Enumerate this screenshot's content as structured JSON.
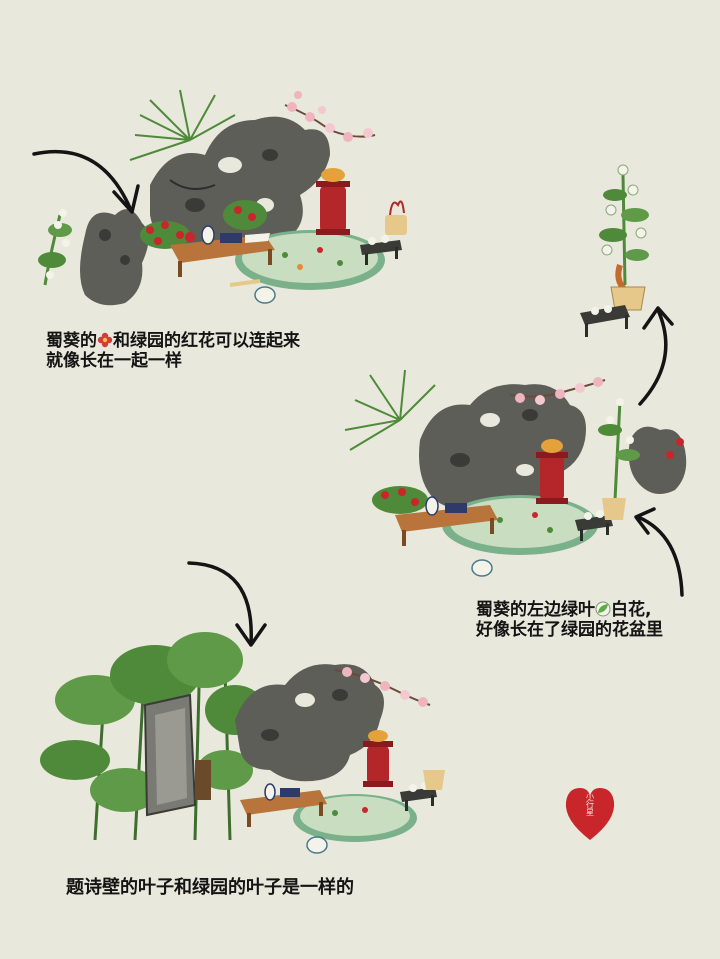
{
  "captions": {
    "first": {
      "line1_before": "蜀葵的",
      "line1_after": "和绿园的红花可以连起来",
      "line2": "就像长在一起一样",
      "icon": "red-flower-icon"
    },
    "second": {
      "line1_before": "蜀葵的左边绿叶",
      "line1_after": "白花,",
      "line2": "好像长在了绿园的花盆里",
      "icon": "green-leaf-icon"
    },
    "third": {
      "line1": "题诗壁的叶子和绿园的叶子是一样的"
    }
  },
  "stamp": {
    "text": "小行星",
    "color": "#c8262a"
  },
  "colors": {
    "background": "#e9e8dc",
    "rock": "#5e5e58",
    "leaf": "#4e8a3a",
    "flower_pink": "#eeb5bf",
    "red_lacquer": "#b3262a",
    "pond": "#bfd6b6",
    "wood": "#b8743a"
  }
}
